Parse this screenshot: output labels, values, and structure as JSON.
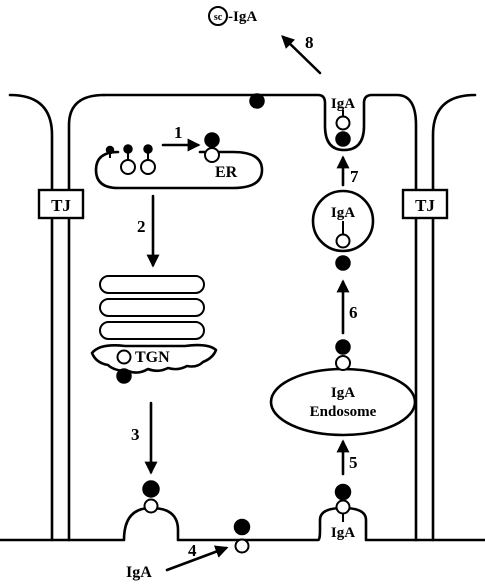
{
  "labels": {
    "sc_prefix": "sc",
    "sc_igA": "-IgA",
    "tj_left": "TJ",
    "tj_right": "TJ",
    "er": "ER",
    "tgn": "TGN",
    "endosome_iga": "IgA",
    "endosome": "Endosome",
    "vesicle_iga": "IgA",
    "apical_iga": "IgA",
    "basal_iga_bottom": "IgA",
    "basal_iga_right": "IgA"
  },
  "steps": [
    "1",
    "2",
    "3",
    "4",
    "5",
    "6",
    "7",
    "8"
  ],
  "colors": {
    "line": "#000000",
    "background": "#ffffff"
  }
}
